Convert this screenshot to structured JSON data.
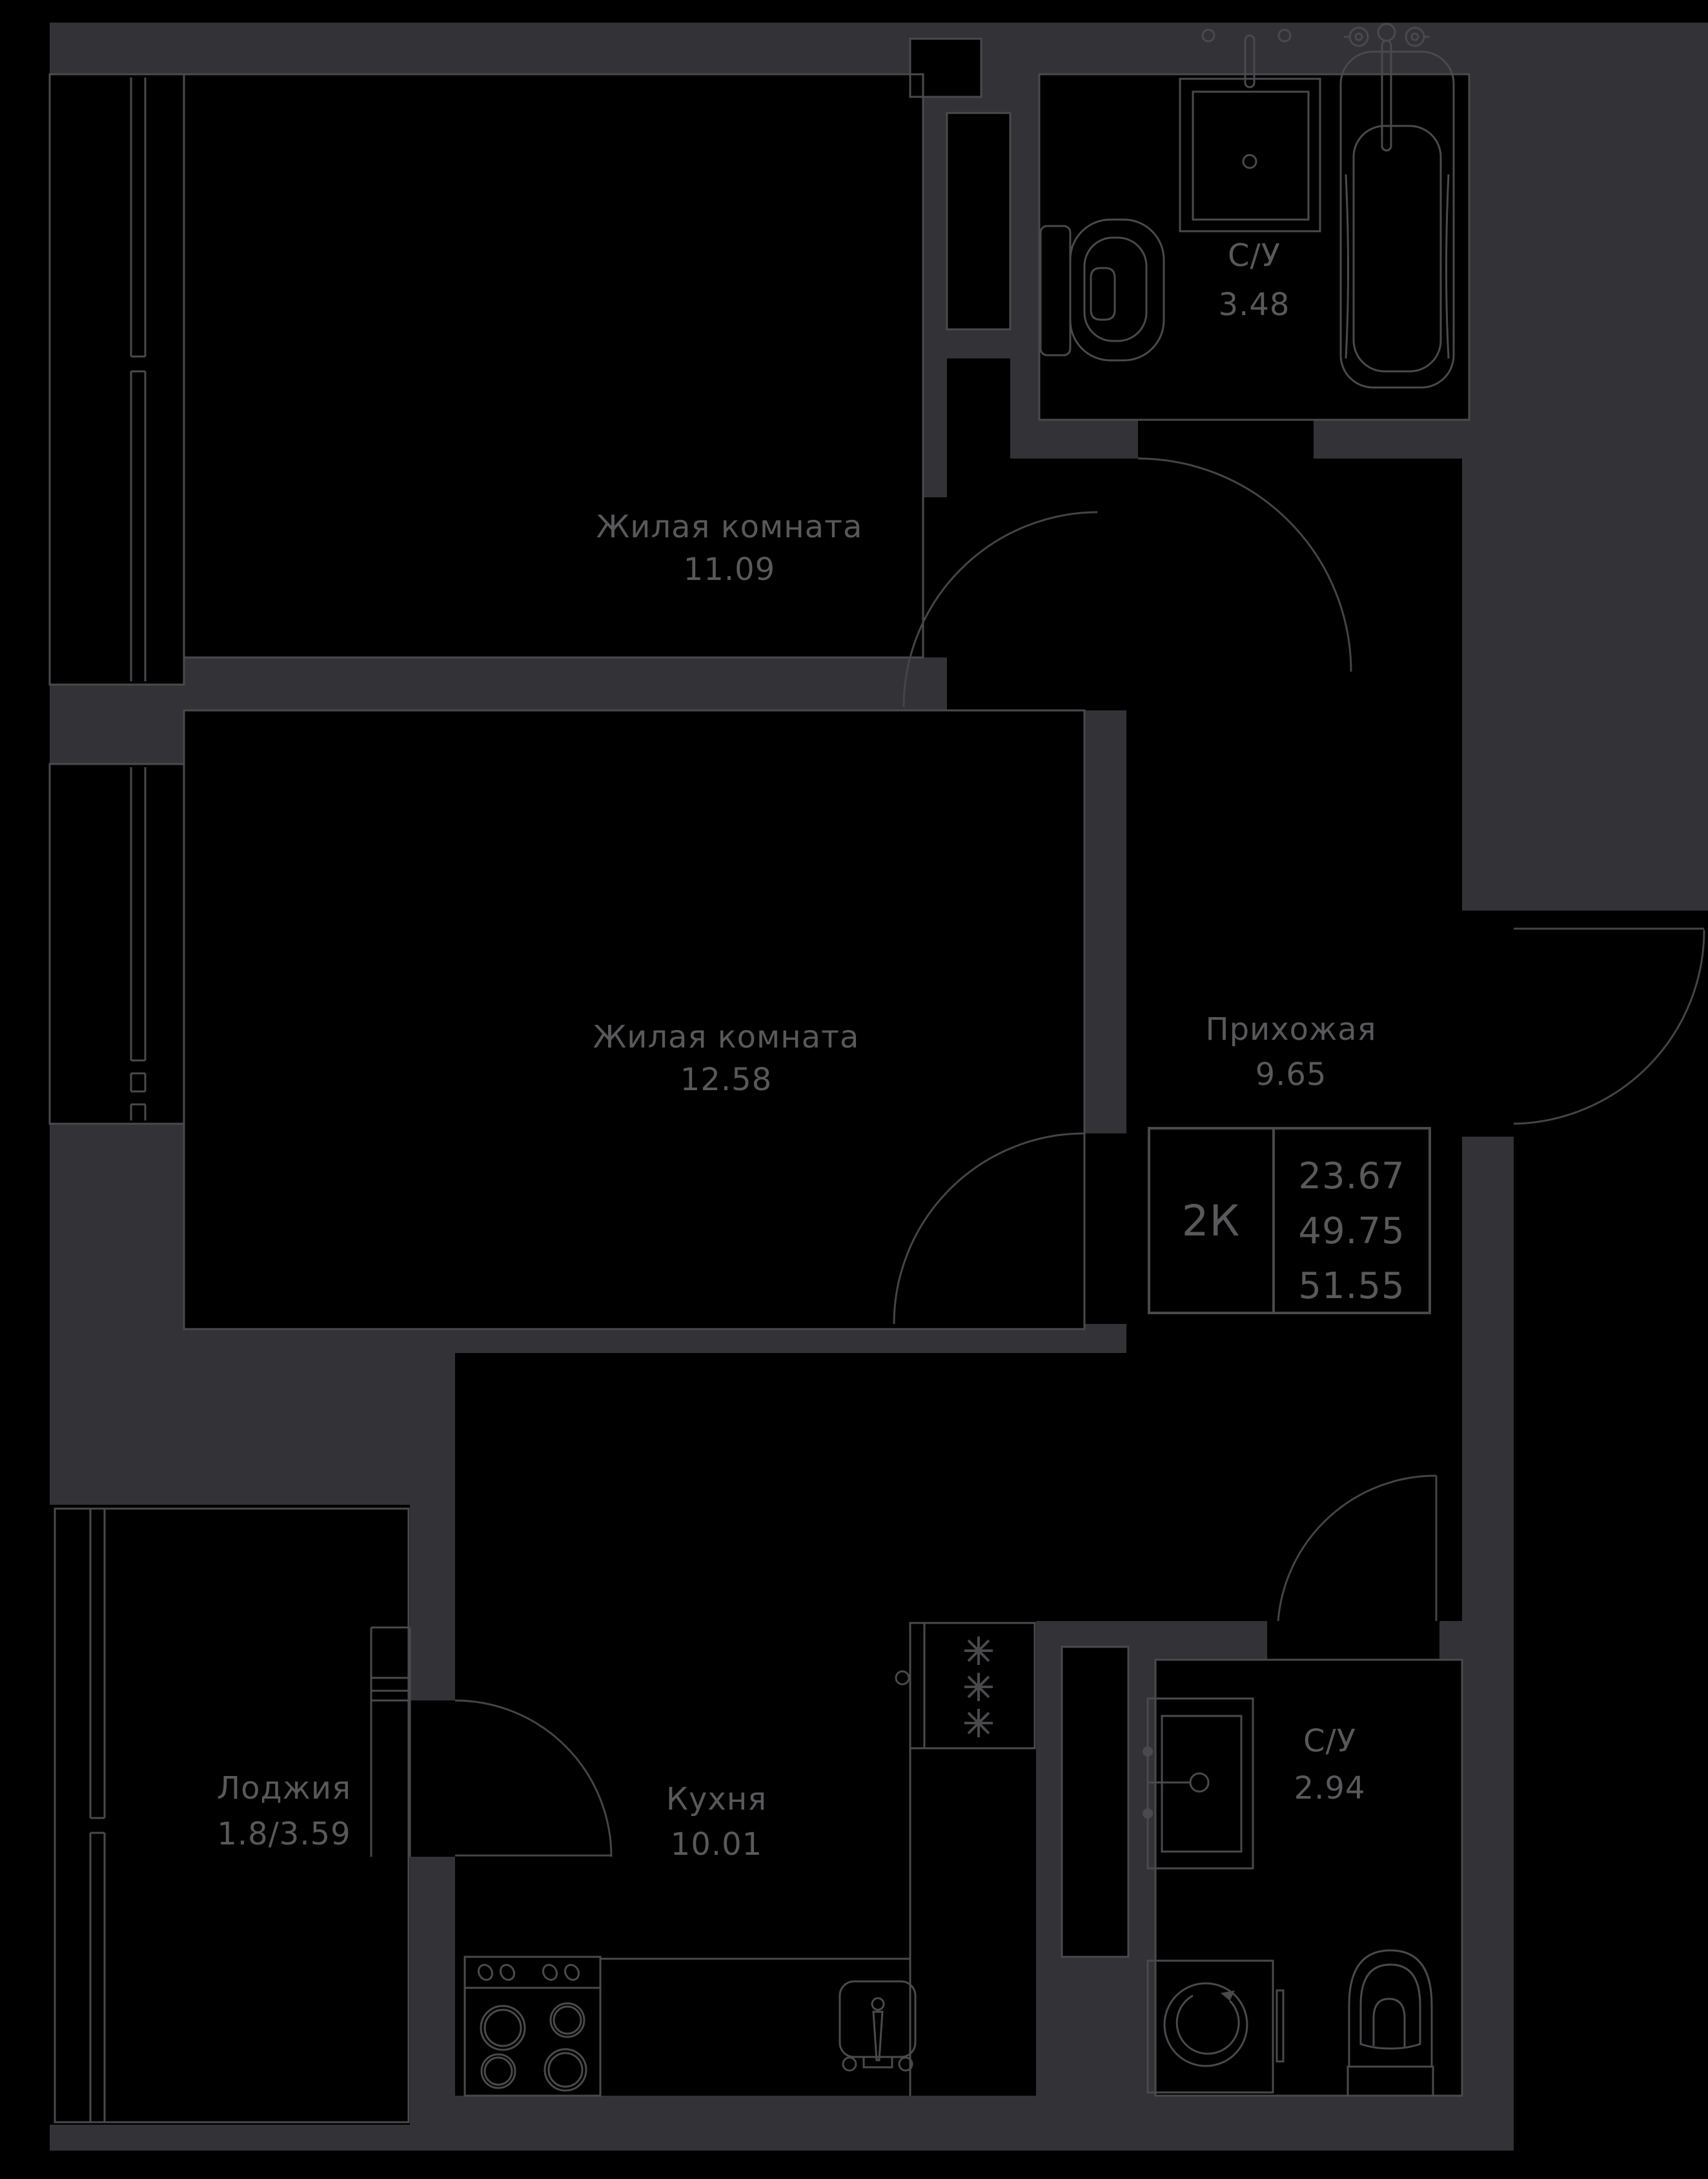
{
  "plan": {
    "title": "apartment-floor-plan",
    "unit": {
      "type_label": "2К",
      "area_values": [
        "23.67",
        "49.75",
        "51.55"
      ]
    },
    "rooms": [
      {
        "id": "living-1",
        "name": "Жилая комната",
        "area": "11.09"
      },
      {
        "id": "living-2",
        "name": "Жилая комната",
        "area": "12.58"
      },
      {
        "id": "hallway",
        "name": "Прихожая",
        "area": "9.65"
      },
      {
        "id": "bath-1",
        "name": "С/У",
        "area": "3.48"
      },
      {
        "id": "bath-2",
        "name": "С/У",
        "area": "2.94"
      },
      {
        "id": "kitchen",
        "name": "Кухня",
        "area": "10.01"
      },
      {
        "id": "loggia",
        "name": "Лоджия",
        "area": "1.8/3.59"
      }
    ],
    "fixtures": [
      "sink-icon",
      "bathtub-icon",
      "toilet-icon",
      "toilet-icon",
      "washing-machine-icon",
      "stove-icon",
      "fridge-icon",
      "kitchen-sink-icon"
    ],
    "colors": {
      "page_background": "#000000",
      "walls": "#333236",
      "lines": "#4a494c",
      "text": "#59585b"
    }
  }
}
